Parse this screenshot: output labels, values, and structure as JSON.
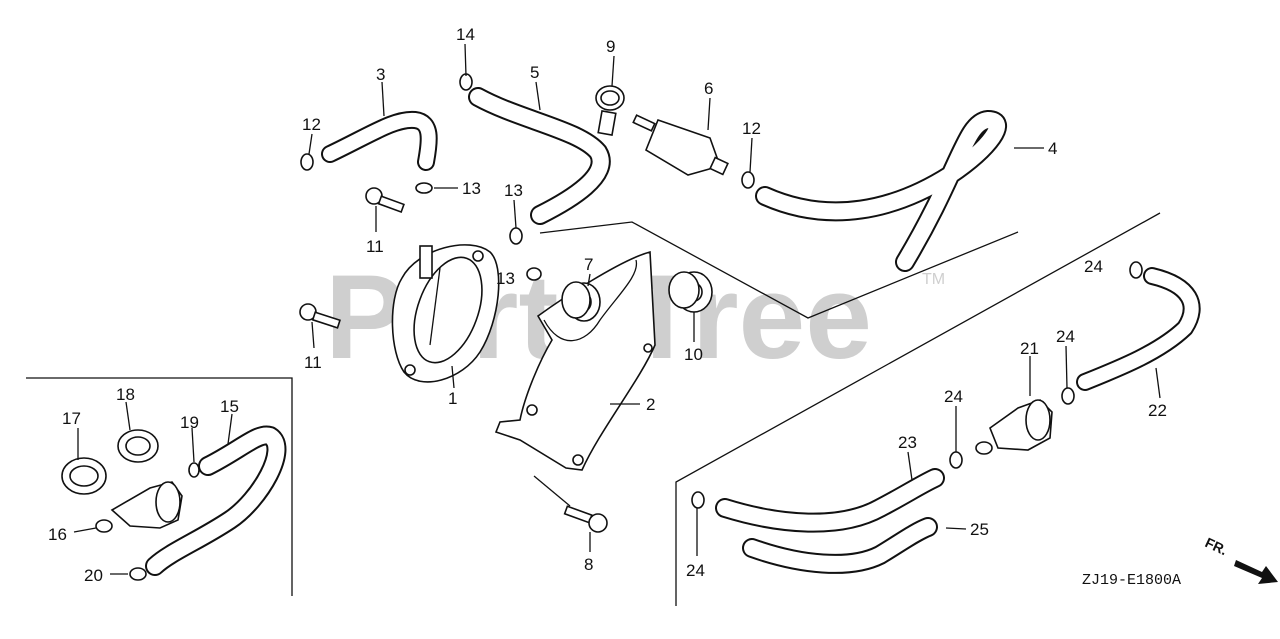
{
  "watermark": {
    "text": "PartsTree",
    "trademark": "TM"
  },
  "diagram_code": "ZJ19-E1800A",
  "direction_label": "FR.",
  "callouts": [
    {
      "id": "1",
      "text": "1"
    },
    {
      "id": "2",
      "text": "2"
    },
    {
      "id": "3",
      "text": "3"
    },
    {
      "id": "4",
      "text": "4"
    },
    {
      "id": "5",
      "text": "5"
    },
    {
      "id": "6",
      "text": "6"
    },
    {
      "id": "7",
      "text": "7"
    },
    {
      "id": "8",
      "text": "8"
    },
    {
      "id": "9",
      "text": "9"
    },
    {
      "id": "10",
      "text": "10"
    },
    {
      "id": "11a",
      "text": "11"
    },
    {
      "id": "11b",
      "text": "11"
    },
    {
      "id": "12a",
      "text": "12"
    },
    {
      "id": "12b",
      "text": "12"
    },
    {
      "id": "13a",
      "text": "13"
    },
    {
      "id": "13b",
      "text": "13"
    },
    {
      "id": "13c",
      "text": "13"
    },
    {
      "id": "14",
      "text": "14"
    },
    {
      "id": "15",
      "text": "15"
    },
    {
      "id": "16",
      "text": "16"
    },
    {
      "id": "17",
      "text": "17"
    },
    {
      "id": "18",
      "text": "18"
    },
    {
      "id": "19",
      "text": "19"
    },
    {
      "id": "20",
      "text": "20"
    },
    {
      "id": "21",
      "text": "21"
    },
    {
      "id": "22",
      "text": "22"
    },
    {
      "id": "23",
      "text": "23"
    },
    {
      "id": "24a",
      "text": "24"
    },
    {
      "id": "24b",
      "text": "24"
    },
    {
      "id": "24c",
      "text": "24"
    },
    {
      "id": "24d",
      "text": "24"
    },
    {
      "id": "25",
      "text": "25"
    }
  ]
}
